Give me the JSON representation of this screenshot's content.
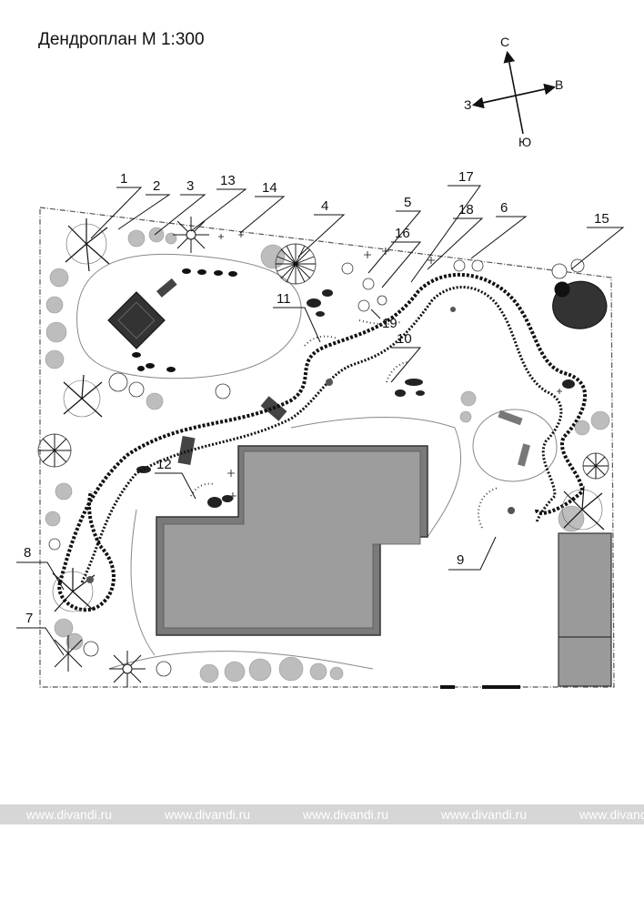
{
  "title": "Дендроплан  М 1:300",
  "compass": {
    "north": "С",
    "east": "В",
    "west": "З",
    "south": "Ю"
  },
  "callouts": [
    "1",
    "2",
    "3",
    "13",
    "14",
    "4",
    "5",
    "16",
    "17",
    "18",
    "6",
    "15",
    "11",
    "19",
    "10",
    "12",
    "9",
    "8",
    "7"
  ],
  "watermark": [
    "www.divandi.ru",
    "www.divandi.ru",
    "www.divandi.ru",
    "www.divandi.ru",
    "www.divandi.ru"
  ],
  "colors": {
    "ink": "#111111",
    "pool": "#9a9a9a",
    "pool_border": "#5a5a5a",
    "shrub": "#bdbdbd",
    "watermark_band": "#d6d6d6"
  }
}
